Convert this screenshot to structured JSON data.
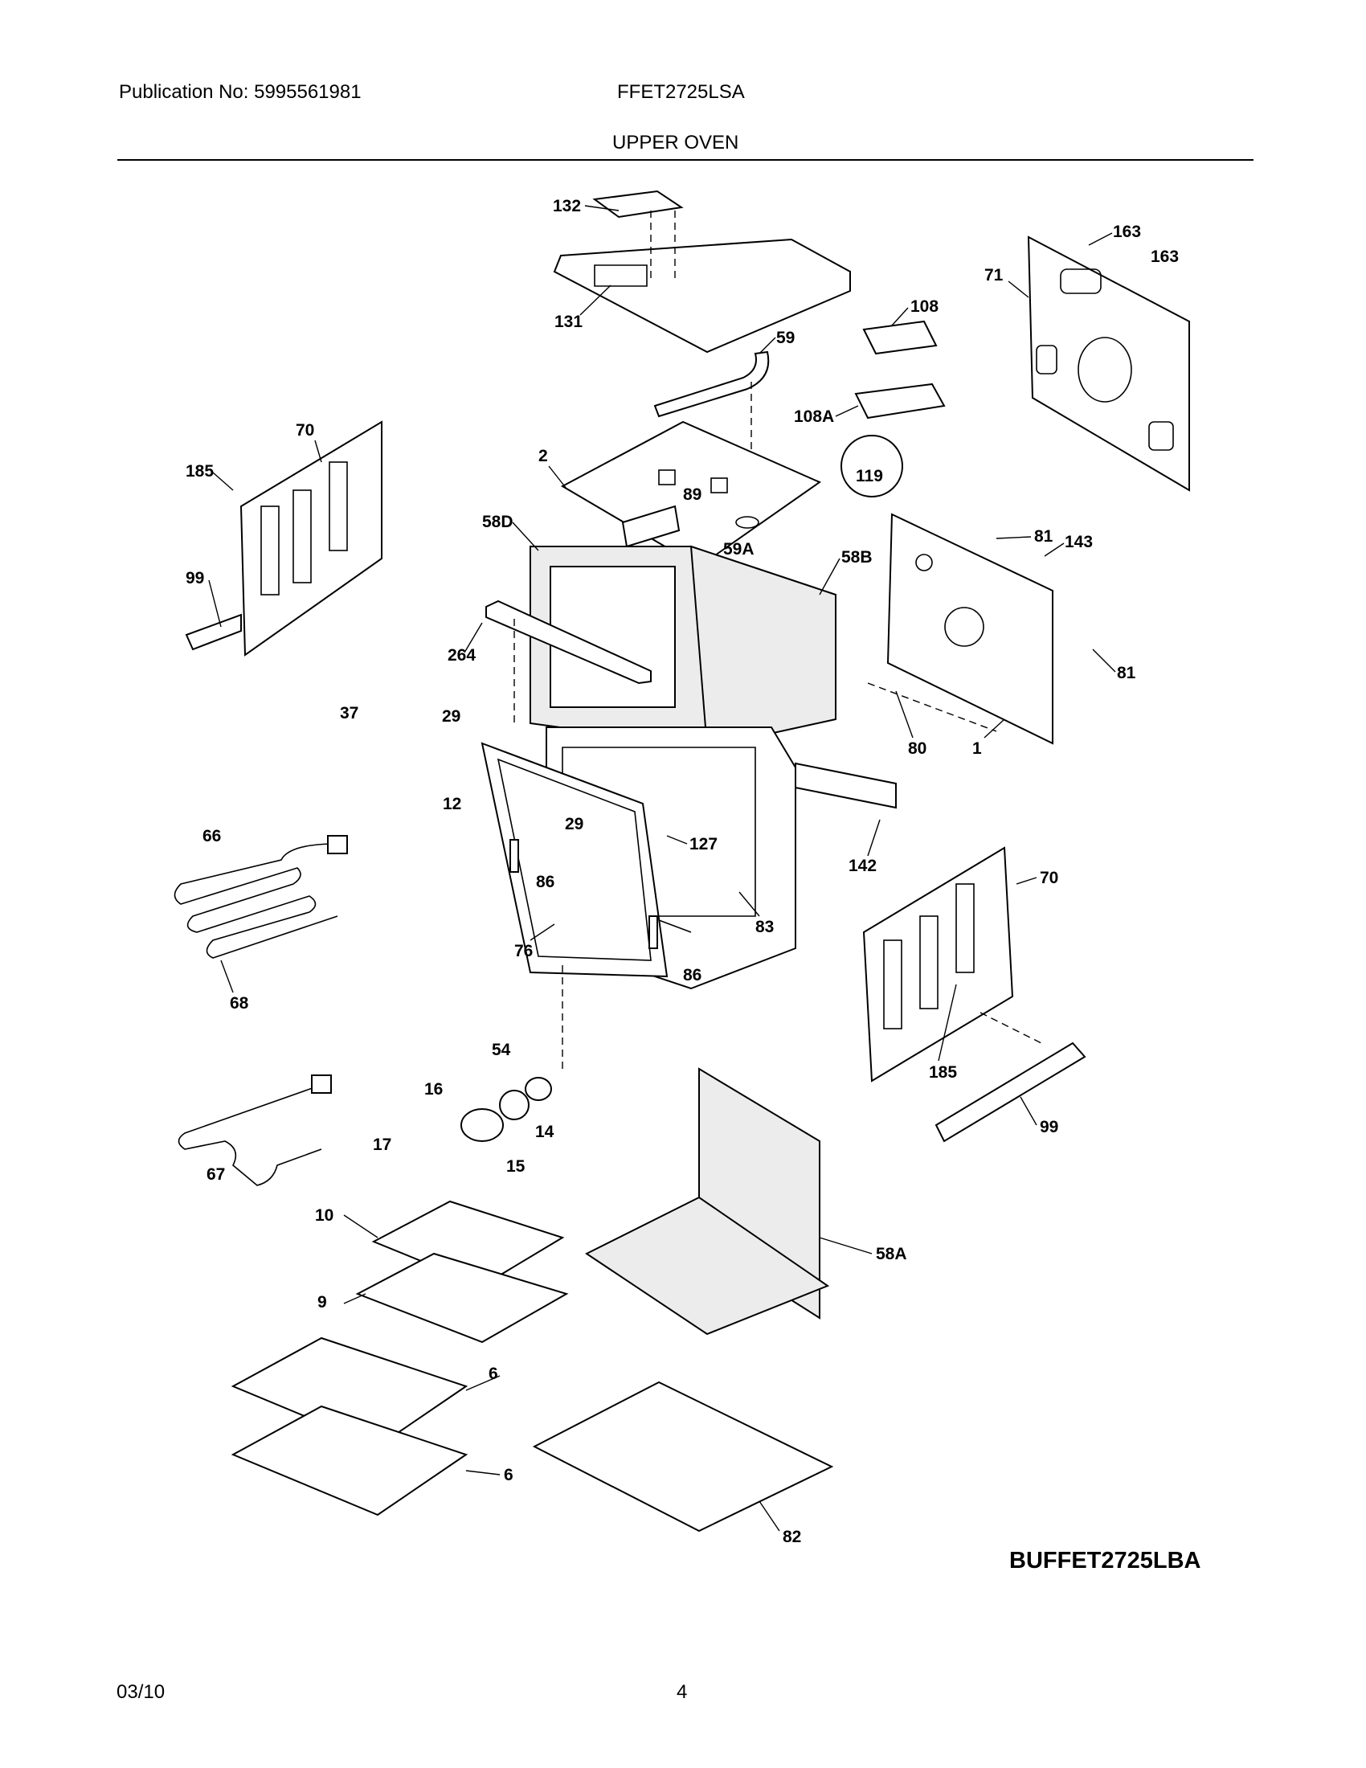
{
  "header": {
    "publication": "Publication No: 5995561981",
    "model": "FFET2725LSA",
    "section_title": "UPPER OVEN"
  },
  "diagram": {
    "callouts": [
      "132",
      "131",
      "59",
      "163",
      "163",
      "71",
      "108",
      "108A",
      "119",
      "70",
      "185",
      "99",
      "2",
      "89",
      "58D",
      "59A",
      "58B",
      "81",
      "143",
      "81",
      "264",
      "80",
      "1",
      "37",
      "29",
      "12",
      "66",
      "29",
      "127",
      "86",
      "142",
      "83",
      "76",
      "86",
      "68",
      "70",
      "185",
      "99",
      "54",
      "16",
      "14",
      "17",
      "15",
      "67",
      "10",
      "58A",
      "9",
      "6",
      "6",
      "82"
    ]
  },
  "diagram_code": "BUFFET2725LBA",
  "footer": {
    "date": "03/10",
    "page": "4"
  }
}
